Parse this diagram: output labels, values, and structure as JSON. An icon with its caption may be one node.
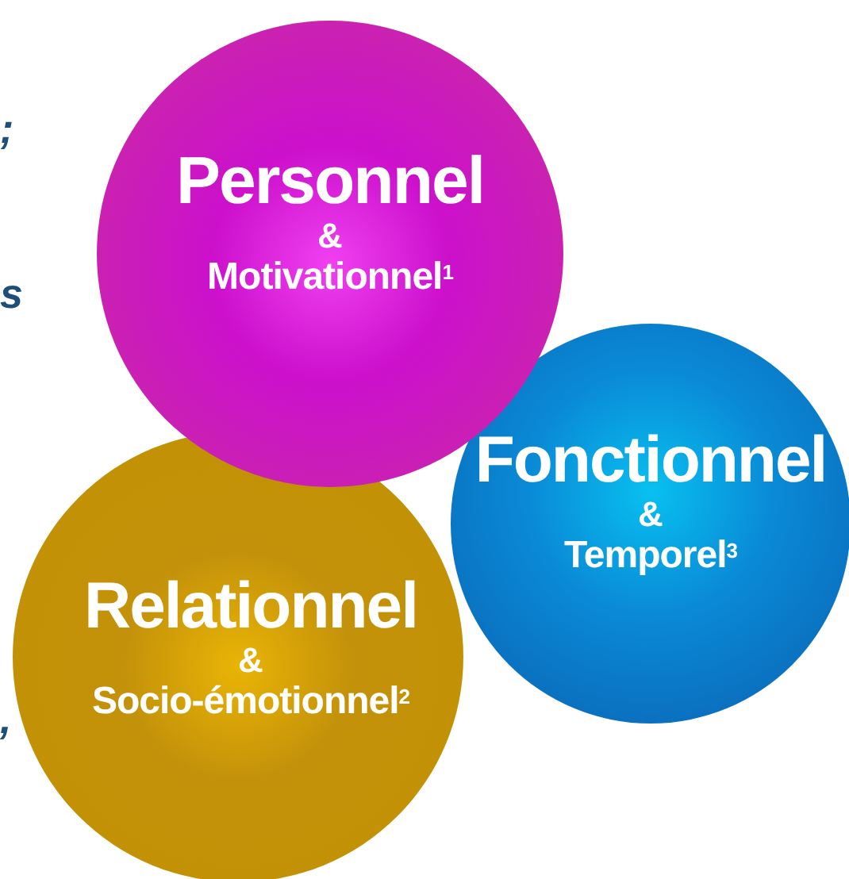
{
  "diagram": {
    "nodes": [
      {
        "text": [
          "Personnel",
          "&",
          "Motivationnel$^{1}$"
        ]
      },
      {
        "text": [
          "Fonctionnel",
          "&",
          "Temporel$^{3}$"
        ]
      },
      {
        "text": [
          "Relationnel",
          "&",
          "Socio-émotionnel$^{2}$"
        ]
      }
    ],
    "labels": [
      ";",
      "s",
      ","
    ]
  }
}
